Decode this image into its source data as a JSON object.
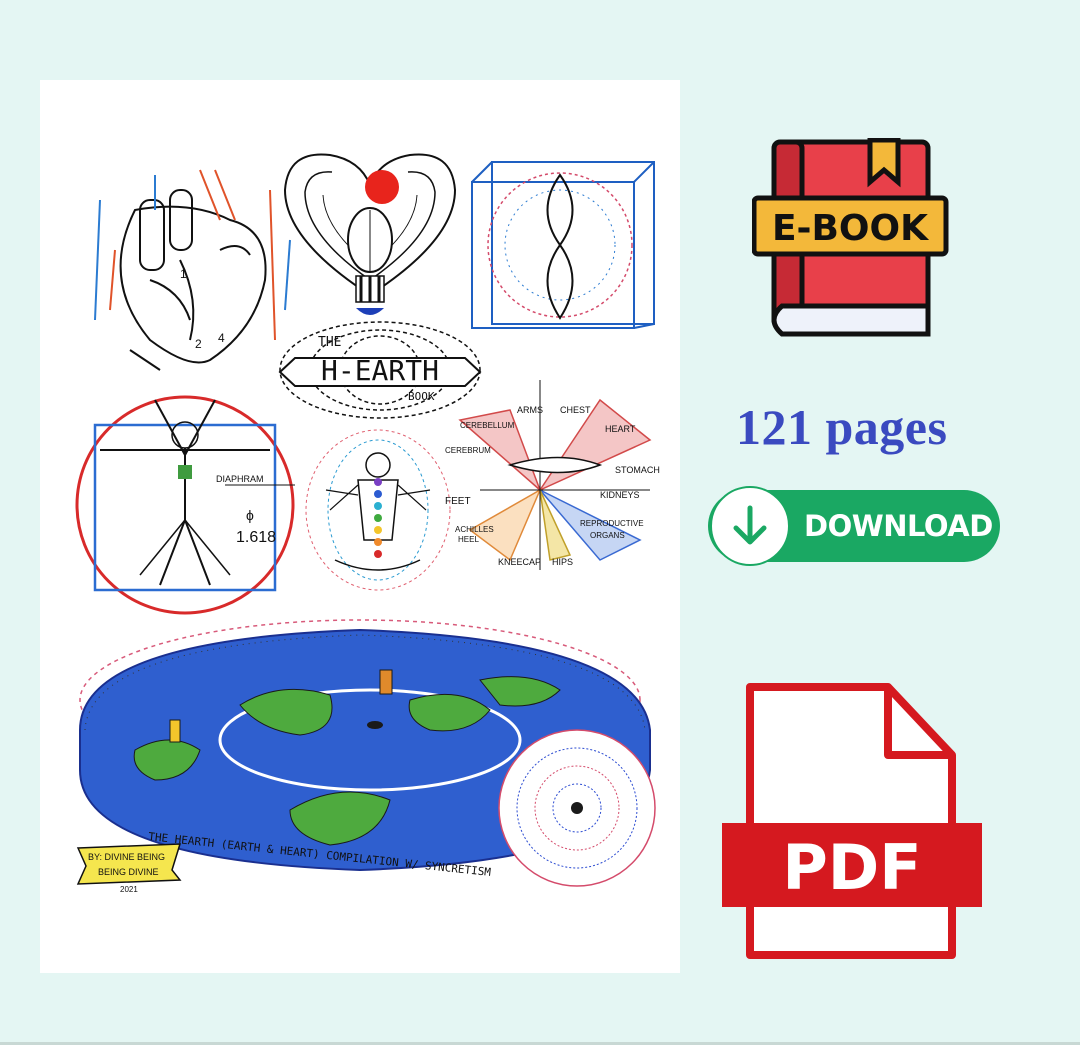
{
  "cover": {
    "title_lines": [
      "THE",
      "H-EARTH",
      "BOOK"
    ],
    "ratio_symbol": "ϕ",
    "ratio_value": "1.618",
    "label_diaphragm": "DIAPHRAM",
    "reflex_labels": [
      "ARMS",
      "CHEST",
      "HEART",
      "CEREBELLUM",
      "CEREBRUM",
      "STOMACH",
      "KIDNEYS",
      "FEET",
      "REPRODUCTIVE",
      "ORGANS",
      "ACHILLES",
      "HEEL",
      "KNEECAP",
      "HIPS"
    ],
    "heart_numbers": [
      "1",
      "2",
      "4"
    ],
    "caption": "THE HEARTH (EARTH & HEART) COMPILATION W/ SYNCRETISM",
    "signature_lines": [
      "BY: DIVINE BEING",
      "BEING DIVINE",
      "2021"
    ]
  },
  "ebook_icon": {
    "label": "E-BOOK"
  },
  "page_count": "121 pages",
  "download_button": {
    "label": "DOWNLOAD"
  },
  "pdf_icon": {
    "label": "PDF"
  },
  "colors": {
    "background": "#e4f6f3",
    "pages_text": "#3a4ac0",
    "download_green": "#1aa863",
    "ebook_red": "#e8404a",
    "ebook_banner": "#f3b83a",
    "pdf_red": "#d5191f"
  }
}
